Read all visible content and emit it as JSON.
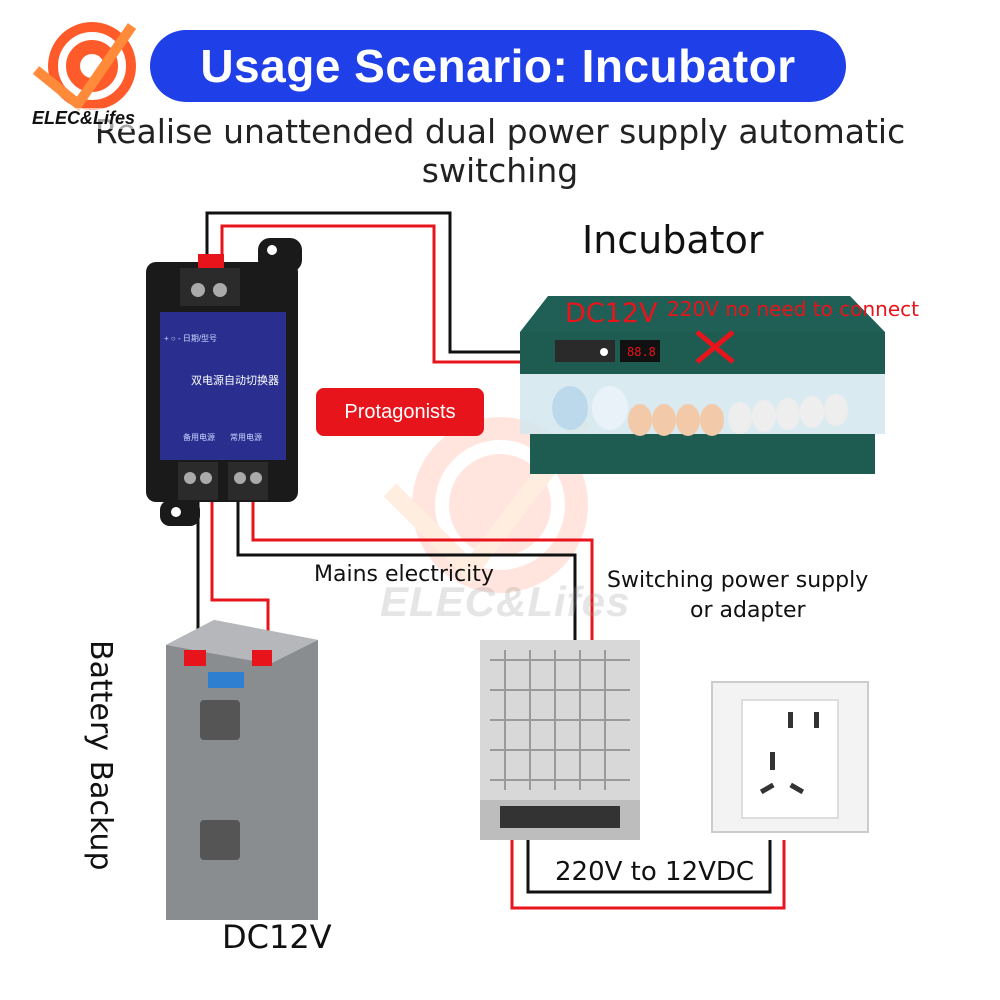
{
  "header": {
    "title": "Usage Scenario: Incubator",
    "subtitle": "Realise unattended dual power supply automatic switching",
    "brand": "ELEC&Lifes"
  },
  "labels": {
    "incubator": "Incubator",
    "dc12v_top": "DC12V",
    "no_connect": "220V no need to connect",
    "protagonists": "Protagonists",
    "mains": "Mains electricity",
    "sps_line1": "Switching power supply",
    "sps_line2": "or adapter",
    "battery_backup": "Battery Backup",
    "dc12v_bottom": "DC12V",
    "conversion": "220V to 12VDC"
  },
  "device": {
    "name": "双电源自动切换器",
    "top_label": "+ ○ -  日期/型号",
    "backup_label": "备用电源",
    "main_label": "常用电源"
  },
  "watermark": "ELEC&Lifes",
  "colors": {
    "title_bg": "#1f3fe8",
    "accent_red": "#e8141b",
    "device_blue": "#2a2f8f",
    "incubator_green": "#1f5f55"
  }
}
